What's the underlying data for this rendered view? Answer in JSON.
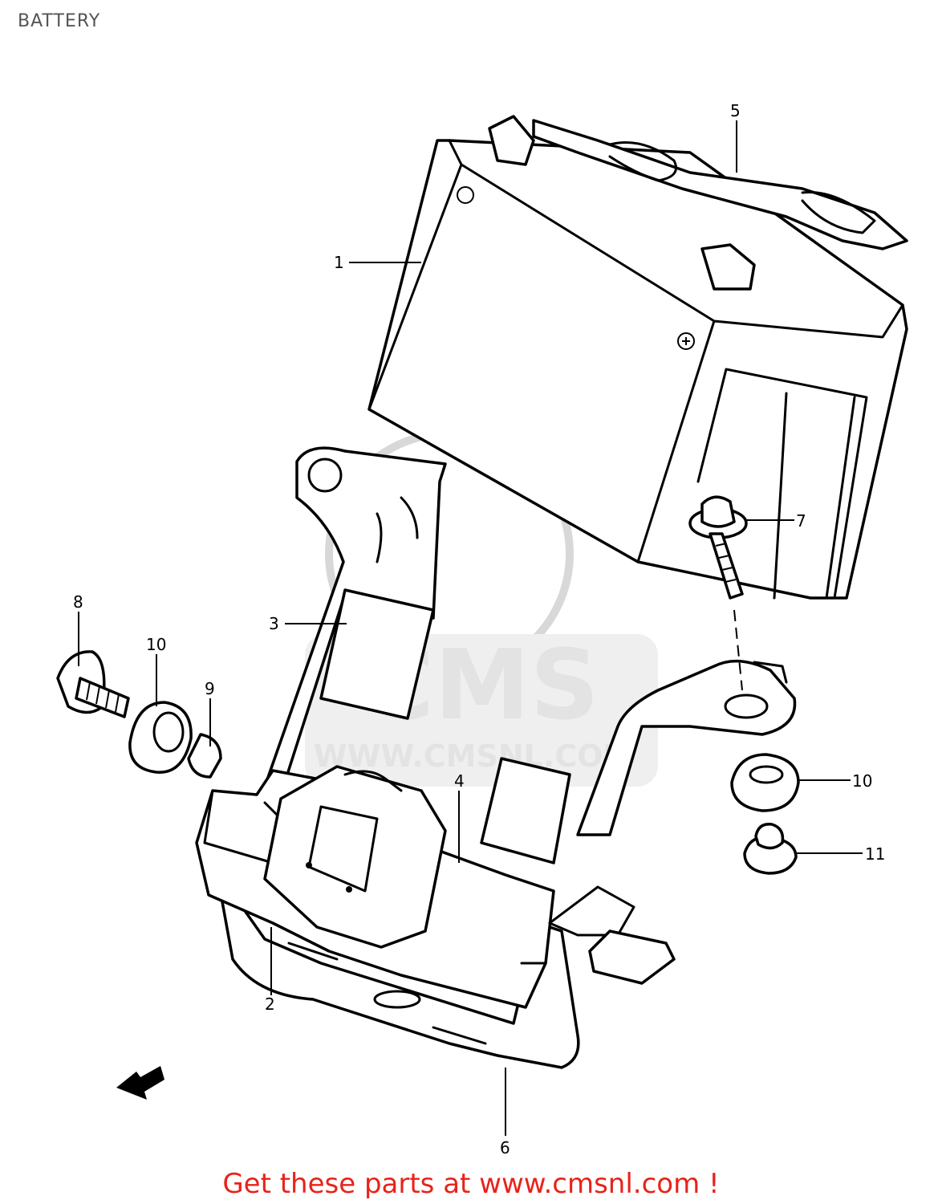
{
  "page": {
    "title": "BATTERY",
    "footer_text": "Get these parts at www.cmsnl.com !",
    "footer_color": "#e8231a"
  },
  "watermark": {
    "brand": "CMS",
    "url": "WWW.CMSNL.COM"
  },
  "callouts": [
    "1",
    "2",
    "3",
    "4",
    "5",
    "6",
    "7",
    "8",
    "9",
    "10",
    "10",
    "11"
  ]
}
